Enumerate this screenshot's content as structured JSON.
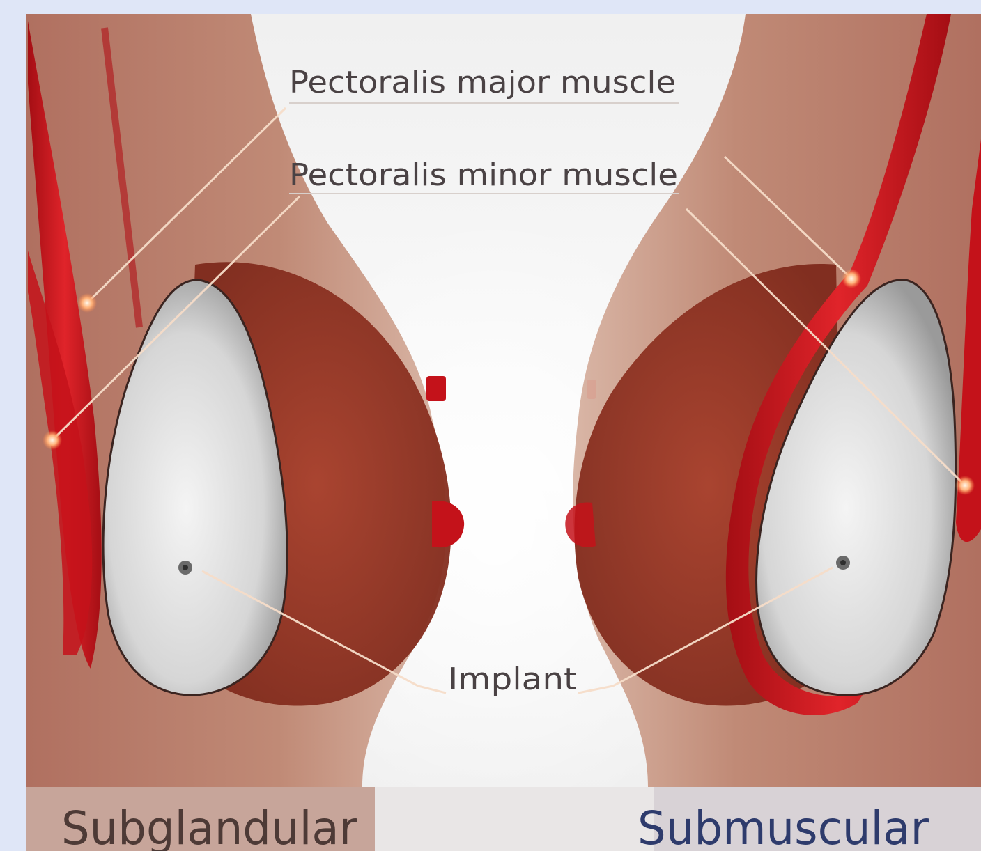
{
  "diagram": {
    "labels": {
      "pectoralis_major": "Pectoralis major muscle",
      "pectoralis_minor": "Pectoralis minor muscle",
      "implant": "Implant"
    },
    "captions": {
      "left": "Subglandular",
      "right": "Submuscular"
    }
  },
  "colors": {
    "page_background": "#dfe6f7",
    "muscle": "#c8141c",
    "skin": "#b5705a",
    "breast_tissue": "#8e2e20",
    "implant": "#dcdcdc",
    "leader_line": "#f6dcc8",
    "caption_left": "#4d3a36",
    "caption_right": "#2e3b6c"
  }
}
